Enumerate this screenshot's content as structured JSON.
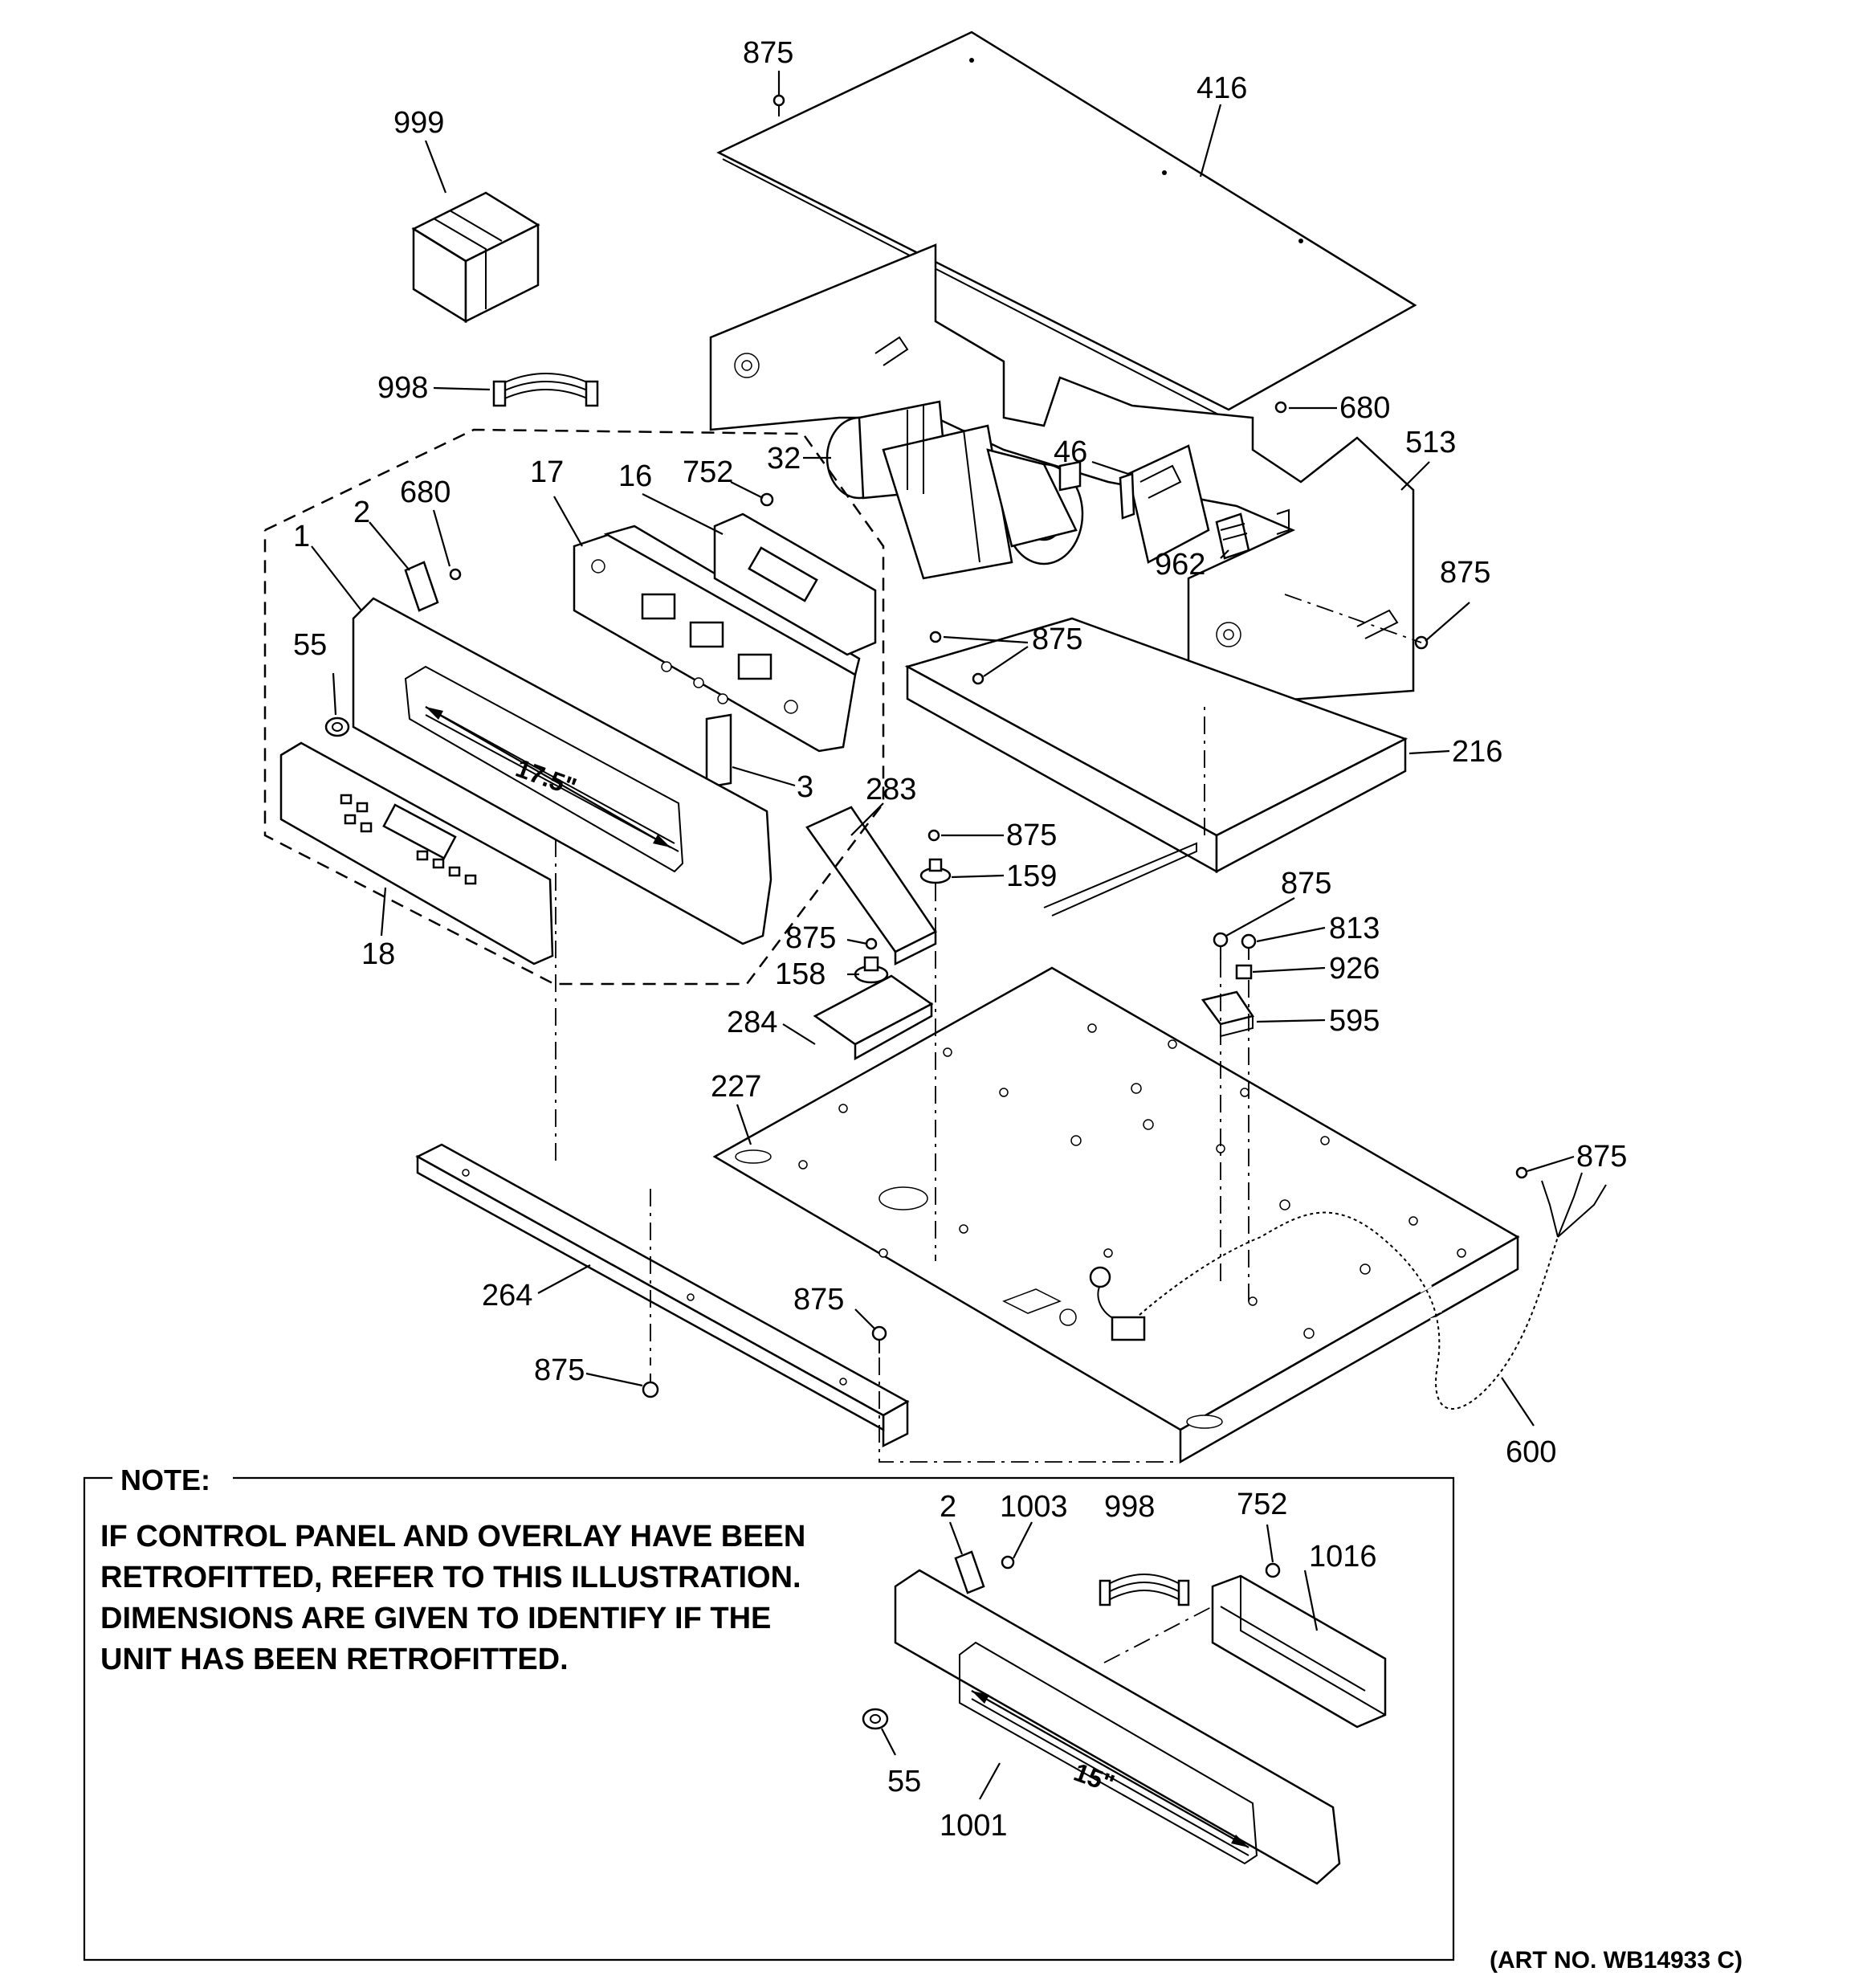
{
  "labels": {
    "l875_top": "875",
    "l416": "416",
    "l999": "999",
    "l998": "998",
    "l680_right": "680",
    "l32": "32",
    "l46": "46",
    "l513": "513",
    "l17": "17",
    "l16": "16",
    "l752": "752",
    "l680_left": "680",
    "l2": "2",
    "l1": "1",
    "l962": "962",
    "l875_right": "875",
    "l875_mid": "875",
    "l55": "55",
    "l3": "3",
    "l216": "216",
    "l283": "283",
    "l875_159": "875",
    "l159": "159",
    "l18": "18",
    "l875_158": "875",
    "l158": "158",
    "l875_813": "875",
    "l813": "813",
    "l926": "926",
    "l284": "284",
    "l595": "595",
    "l227": "227",
    "l875_lowright": "875",
    "l264": "264",
    "l875_bracket": "875",
    "l875_bottom": "875",
    "l600": "600",
    "n2": "2",
    "n1003": "1003",
    "n998": "998",
    "n752": "752",
    "n1016": "1016",
    "n55": "55",
    "n1001": "1001"
  },
  "dimensions": {
    "main_panel_width": "17.5\"",
    "retrofit_panel_width": "15\""
  },
  "note": {
    "title": "NOTE:",
    "lines": [
      "IF CONTROL PANEL AND OVERLAY HAVE BEEN",
      "RETROFITTED, REFER TO THIS ILLUSTRATION.",
      "DIMENSIONS ARE GIVEN TO IDENTIFY IF THE",
      "UNIT HAS BEEN RETROFITTED."
    ]
  },
  "art_number": "(ART NO. WB14933 C)"
}
